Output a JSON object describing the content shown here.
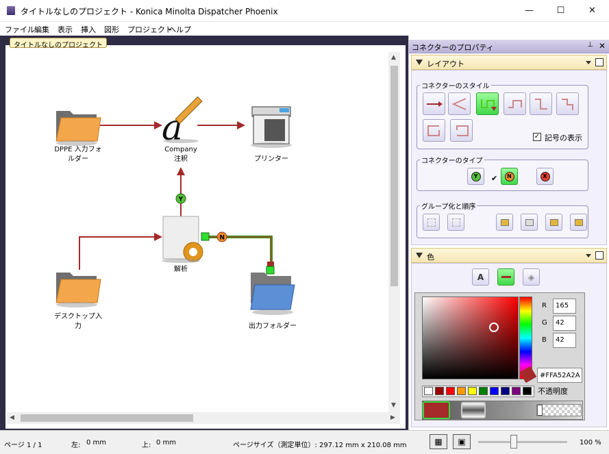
{
  "window": {
    "title": "タイトルなしのプロジェクト - Konica Minolta Dispatcher Phoenix",
    "minimize": "—",
    "maximize": "☐",
    "close": "✕"
  },
  "menu": [
    "ファイル",
    "編集",
    "表示",
    "挿入",
    "図形",
    "プロジェクト",
    "ヘルプ"
  ],
  "canvas": {
    "tab_label": "タイトルなしのプロジェクト",
    "nodes": {
      "dppe": "DPPE 入力フォ\nルダー",
      "annotate_1": "Company",
      "annotate_2": "注釈",
      "printer": "プリンター",
      "parse": "解析",
      "desktop": "デスクトップ入\n力",
      "output": "出力フォルダー"
    },
    "connector_yes": "Y",
    "connector_no": "N"
  },
  "panel": {
    "title": "コネクターのプロパティ",
    "pin": "📌",
    "close": "✕",
    "layout_section": "レイアウト",
    "connector_style_group": "コネクターのスタイル",
    "show_symbols_label": "記号の表示",
    "show_symbols_checked": true,
    "connector_type_group": "コネクターのタイプ",
    "type_yes": "Y",
    "type_no": "N",
    "type_x": "X",
    "group_order_group": "グループ化と順序",
    "color_section": "色",
    "rgb": {
      "r_label": "R",
      "r": "165",
      "g_label": "G",
      "g": "42",
      "b_label": "B",
      "b": "42"
    },
    "hex": "#FFA52A2A",
    "opacity_label": "不透明度",
    "swatches": [
      "#ffffff",
      "#9b0000",
      "#ff0000",
      "#ff9900",
      "#ffff00",
      "#008000",
      "#0000ff",
      "#000080",
      "#800080",
      "#000000"
    ],
    "selected_color": "#a52a2a"
  },
  "status": {
    "page": "ページ 1 / 1",
    "left_label": "左:",
    "left_value": "0 mm",
    "top_label": "上:",
    "top_value": "0 mm",
    "page_size": "ページサイズ（測定単位）: 297.12 mm x 210.08 mm",
    "zoom": "100 %"
  }
}
